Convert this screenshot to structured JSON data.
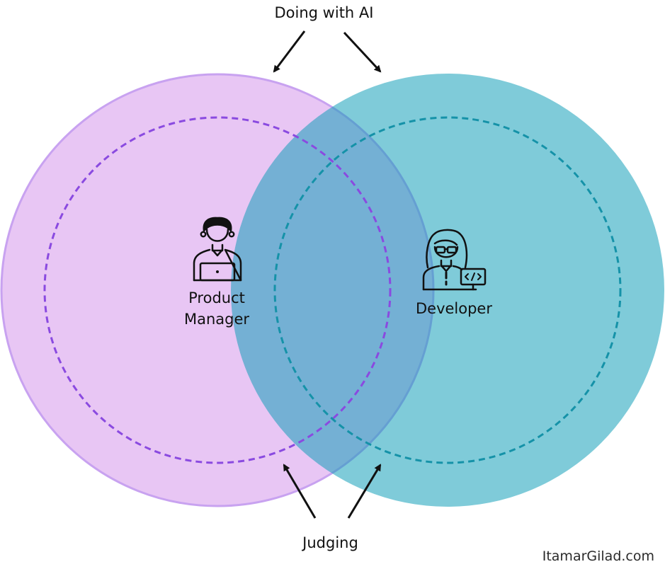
{
  "title": "Doing with AI",
  "bottom_label": "Judging",
  "roles": {
    "product_manager": {
      "line1": "Product",
      "line2": "Manager",
      "icon": "person-laptop-icon"
    },
    "developer": {
      "label": "Developer",
      "icon": "person-code-monitor-icon"
    }
  },
  "watermark": "ItamarGilad.com",
  "colors": {
    "pm_circle_fill": "#e8c6f4",
    "pm_circle_stroke": "#c8a2f0",
    "pm_dashed": "#8a4ae0",
    "dev_circle_fill": "#5cbcd0",
    "dev_dashed": "#1592a8",
    "arrow": "#111111",
    "text": "#111111"
  }
}
